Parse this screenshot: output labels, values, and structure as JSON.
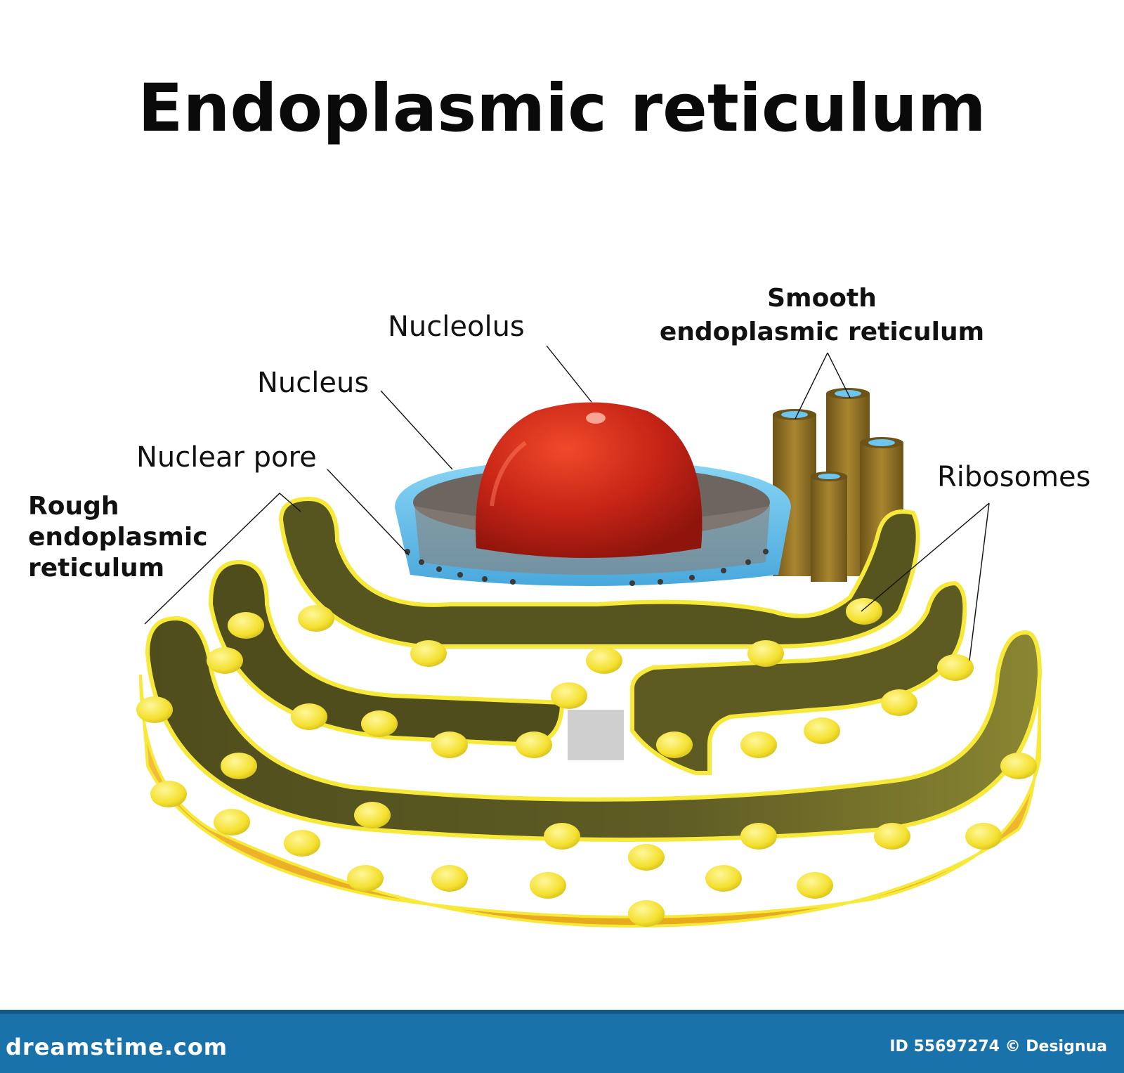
{
  "title": "Endoplasmic reticulum",
  "labels": {
    "nucleolus": "Nucleolus",
    "nucleus": "Nucleus",
    "nuclear_pore": "Nuclear pore",
    "rough_er": [
      "Rough",
      "endoplasmic",
      "reticulum"
    ],
    "smooth_er": [
      "Smooth",
      "endoplasmic reticulum"
    ],
    "ribosomes": "Ribosomes"
  },
  "footer": {
    "brand": "dreamstime.com",
    "credit": "ID 55697274 © Designua"
  },
  "colors": {
    "er_membrane": "#f4c430",
    "er_lumen": "#5c5a22",
    "ribosome": "#f7e93a",
    "nucleolus": "#c8261a",
    "nuclear_envelope": "#6cc6f0",
    "smooth_er_tube": "#8a6c22",
    "footer_bar": "#1a72aa"
  }
}
